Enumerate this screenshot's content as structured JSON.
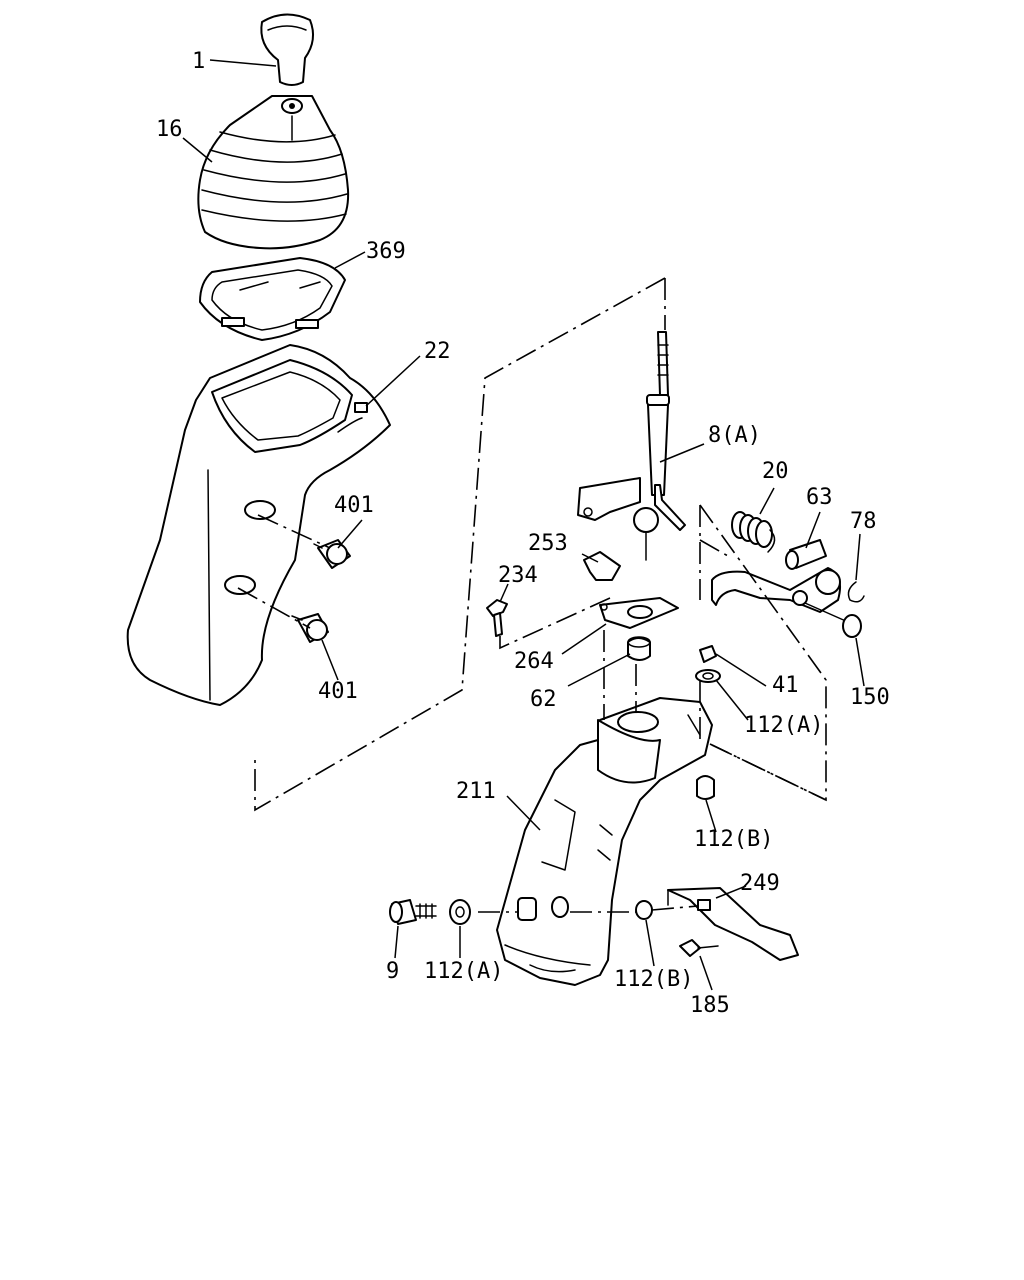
{
  "colors": {
    "line": "#000000",
    "background": "#ffffff"
  },
  "labels": {
    "p1": "1",
    "p16": "16",
    "p369": "369",
    "p22": "22",
    "p401_upper": "401",
    "p401_lower": "401",
    "p8a": "8(A)",
    "p20": "20",
    "p63": "63",
    "p78": "78",
    "p253": "253",
    "p234": "234",
    "p264": "264",
    "p62": "62",
    "p41": "41",
    "p112a_right": "112(A)",
    "p150": "150",
    "p211": "211",
    "p112b_right": "112(B)",
    "p249": "249",
    "p9": "9",
    "p112a_bottom": "112(A)",
    "p112b_bottom": "112(B)",
    "p185": "185"
  }
}
